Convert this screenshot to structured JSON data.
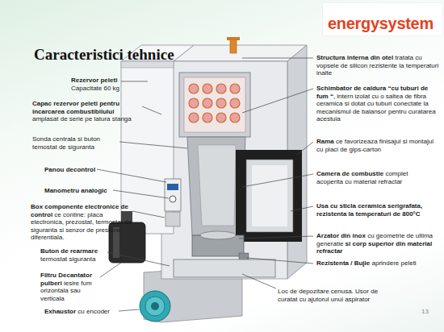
{
  "diagram": {
    "title": "Caracteristici tehnice",
    "labels": [
      "energysystem",
      "13",
      "Rezervor peleti",
      "Capacitate 60 kg",
      "Capac rezervor peleti pentru incarcarea combustibilului",
      "amplasat de serie pe latura stanga",
      "Sonda centrala si buton temostat de siguranta",
      "Panou decontrol",
      "Manometru analogic",
      "Box componente electronice de control",
      "ce contine: placa electronica, prezostat, termostat de siguranta si senzor de presiune diferentiala.",
      "Buton de rearmare",
      "termostat siguranta",
      "Filtru Decantator pulberi",
      "iesire fum orizontala sau verticala",
      "Exhaustor",
      "cu encoder",
      "Structura interna din otel",
      "tratata cu vopsele de silicon rezistente la temperaturi inalte",
      "Schimbator de caldura “cu tuburi de fum “",
      ", intern izolat cu o saltea de fibra ceramica si dotat cu tuburi conectate la mecanismul de balansor pentru curatarea acestuia",
      "Rama",
      "ce favorizeaza finisajul si montajul cu placi de gips-carton",
      "Camera de combustie",
      "complet acoperita cu material refractar",
      "Usa cu sticla ceramica serigrafata, rezistenta la temperaturi de 800°C",
      "Arzator din inox",
      "cu geometrie de ultima generatie",
      "si corp superior din material refractar",
      "Rezistenta / Bujie",
      "aprindere peleti",
      "Loc de depozitare cenusa. Usor de curatat cu ajutorul unui aspirator"
    ]
  }
}
